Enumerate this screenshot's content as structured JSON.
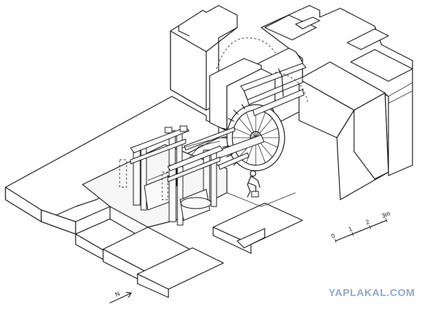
{
  "scale_bar": {
    "ticks": [
      "0",
      "1",
      "2",
      "3m"
    ]
  },
  "north_arrow": {
    "label": "N"
  },
  "watermark": {
    "text": "YAPLAKAL.COM"
  },
  "colors": {
    "ink": "#111111",
    "paper": "#ffffff",
    "watermark": "#8fa8c8"
  }
}
